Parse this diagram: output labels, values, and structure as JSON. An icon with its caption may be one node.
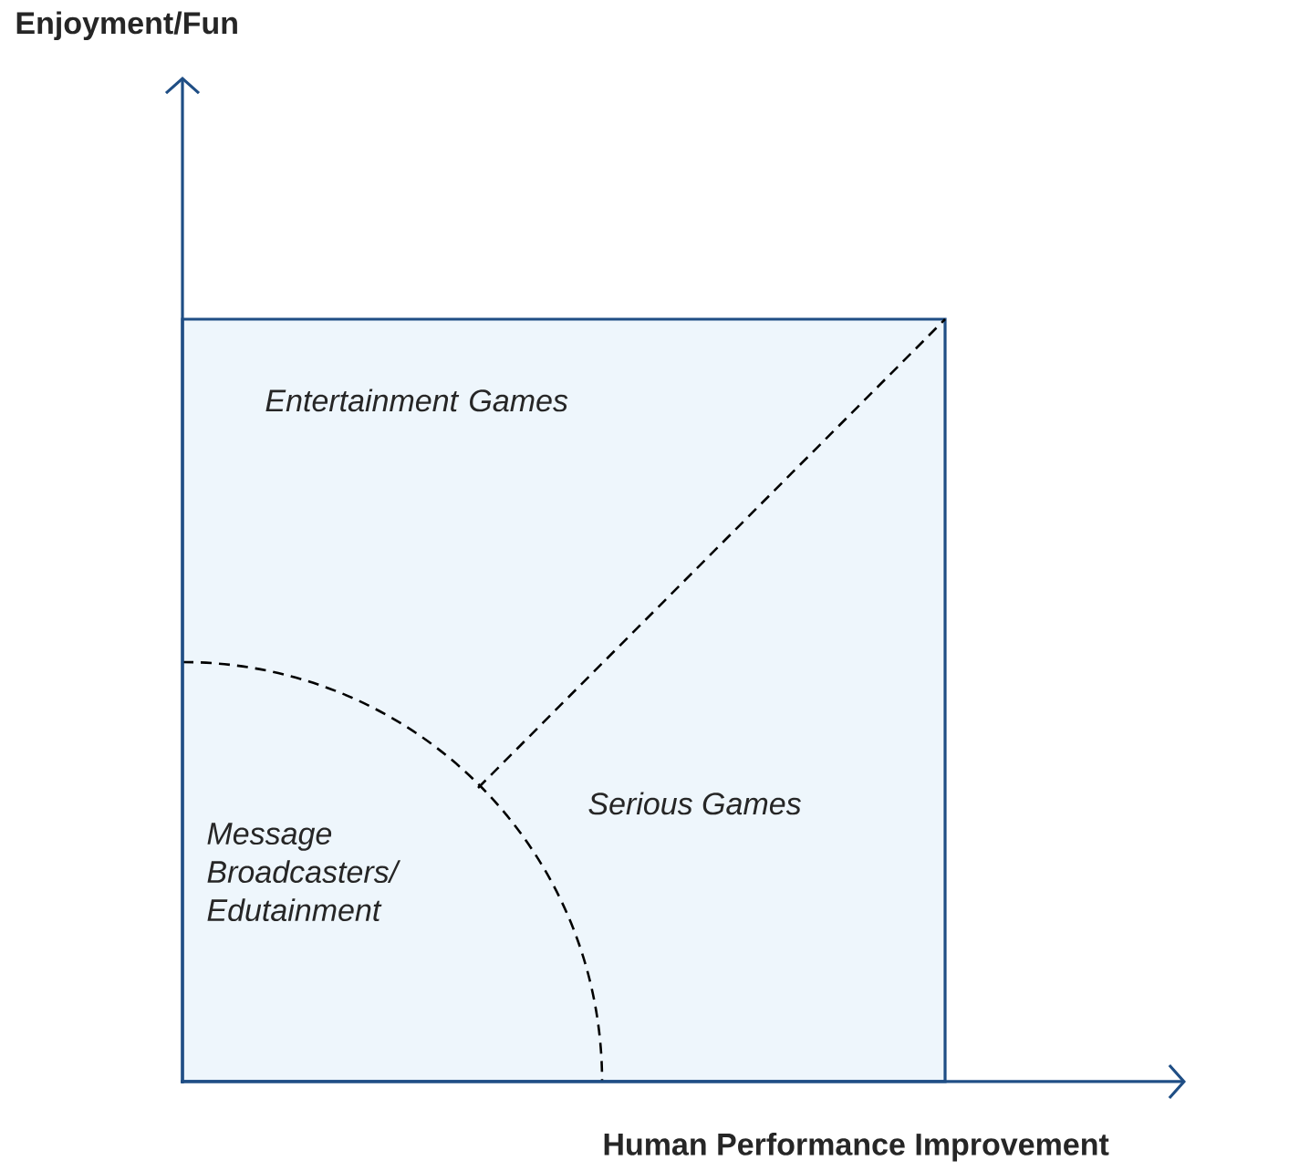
{
  "diagram": {
    "labels": [
      "Enjoyment/Fun",
      "Entertainment Games",
      "Serious Games",
      "Message Broadcasters/ Edutainment",
      "Human Performance Improvement"
    ]
  }
}
